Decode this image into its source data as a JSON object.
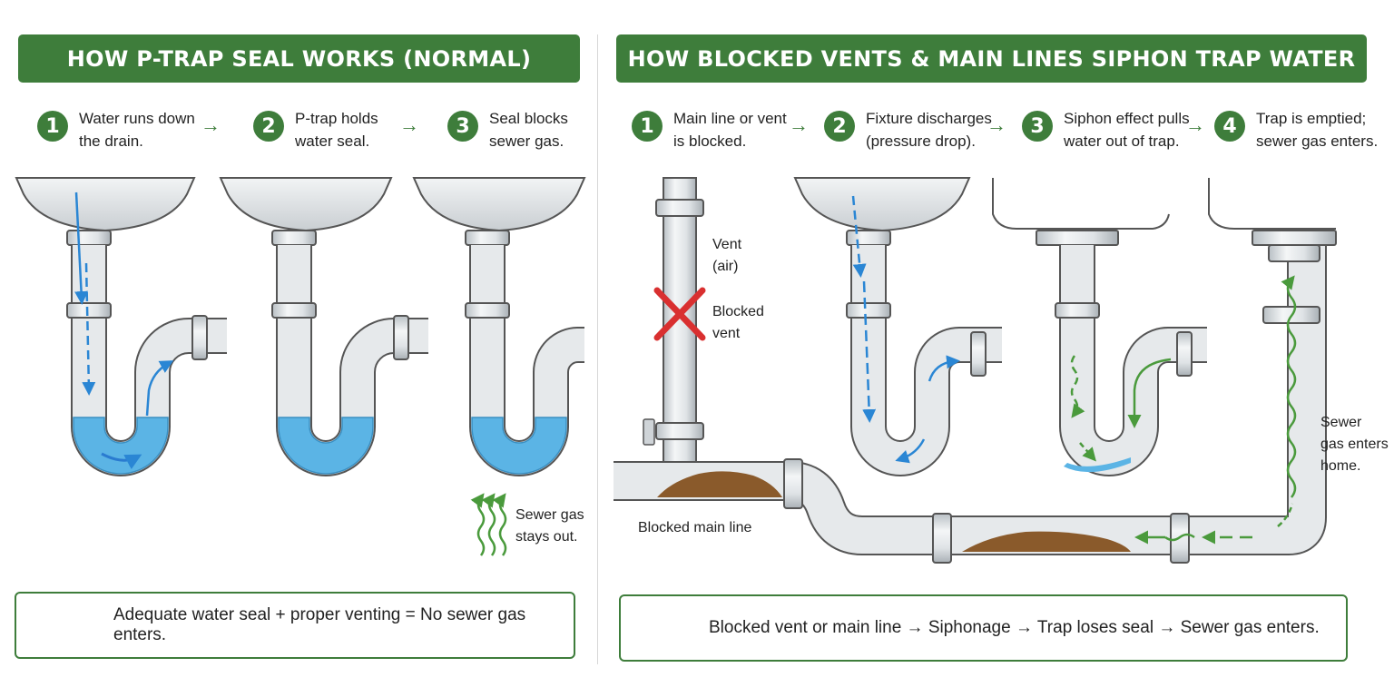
{
  "left": {
    "title": "HOW P-TRAP SEAL WORKS (NORMAL)",
    "steps": [
      {
        "num": "1",
        "text": "Water runs down the drain."
      },
      {
        "num": "2",
        "text": "P-trap holds water seal."
      },
      {
        "num": "3",
        "text": "Seal blocks sewer gas."
      }
    ],
    "sewer_gas_note": "Sewer gas stays out.",
    "footer": "Adequate water seal + proper venting = No sewer gas enters."
  },
  "right": {
    "title": "HOW BLOCKED VENTS & MAIN LINES SIPHON TRAP WATER",
    "steps": [
      {
        "num": "1",
        "text": "Main line or vent is blocked."
      },
      {
        "num": "2",
        "text": "Fixture discharges (pressure drop)."
      },
      {
        "num": "3",
        "text": "Siphon effect pulls water out of trap."
      },
      {
        "num": "4",
        "text": "Trap is emptied; sewer gas enters."
      }
    ],
    "vent_label": "Vent (air)",
    "blocked_vent_label": "Blocked vent",
    "blocked_main_label": "Blocked main line",
    "sewer_gas_label": "Sewer gas enters home.",
    "footer": "Blocked vent or main line → Siphonage → Trap loses seal → Sewer gas enters."
  },
  "icons": {
    "arrow": "→",
    "check": "check-icon",
    "warning": "warning-icon",
    "blocked_x": "x-mark-icon"
  },
  "colors": {
    "green": "#3e7d3b",
    "water": "#5bb4e5",
    "flow_arrow": "#2a86d4",
    "gas_arrow": "#4a9a3c",
    "blocked_x": "#d93030",
    "debris": "#8a5a2b",
    "pipe": "#dfe3e6"
  }
}
